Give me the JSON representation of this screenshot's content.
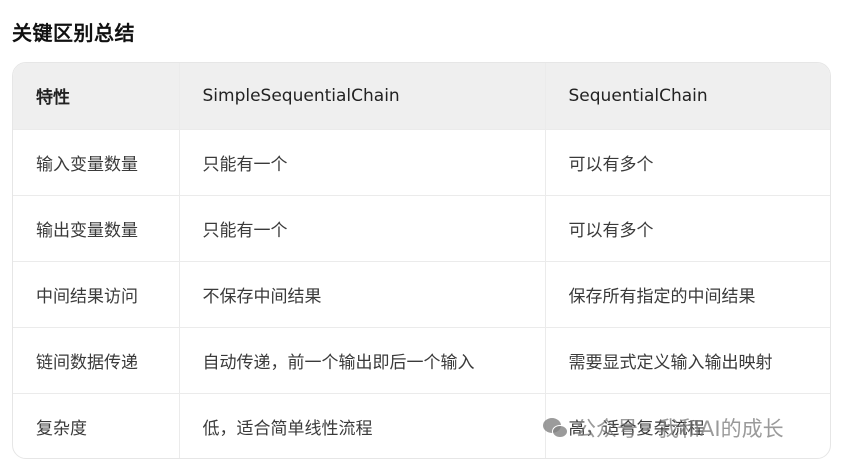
{
  "heading": "关键区别总结",
  "table": {
    "headers": [
      "特性",
      "SimpleSequentialChain",
      "SequentialChain"
    ],
    "rows": [
      [
        "输入变量数量",
        "只能有一个",
        "可以有多个"
      ],
      [
        "输出变量数量",
        "只能有一个",
        "可以有多个"
      ],
      [
        "中间结果访问",
        "不保存中间结果",
        "保存所有指定的中间结果"
      ],
      [
        "链间数据传递",
        "自动传递，前一个输出即后一个输入",
        "需要显式定义输入输出映射"
      ],
      [
        "复杂度",
        "低，适合简单线性流程",
        "高，适合复杂流程"
      ]
    ]
  },
  "watermark": {
    "icon": "wechat-icon",
    "text": "公众号 · 我和AI的成长"
  },
  "colors": {
    "header_bg": "#efefef",
    "border": "#ebebeb",
    "text": "#3a3a3a"
  }
}
